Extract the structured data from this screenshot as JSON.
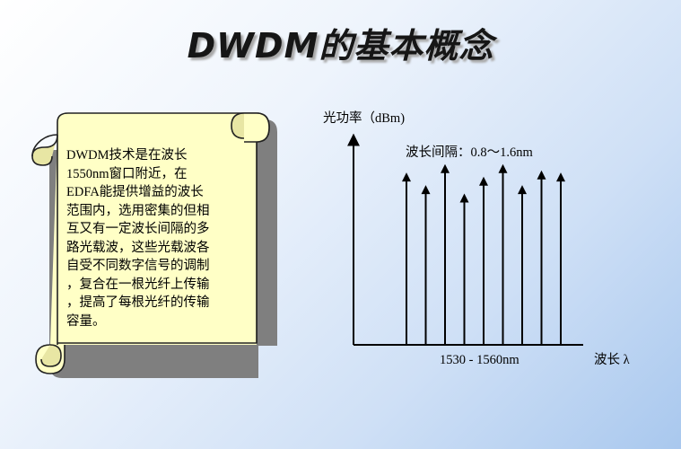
{
  "title": "DWDM的基本概念",
  "scroll": {
    "lines": [
      "DWDM技术是在波长",
      "1550nm窗口附近，在",
      "EDFA能提供增益的波长",
      "范围内，选用密集的但相",
      "互又有一定波长间隔的多",
      "路光载波，这些光载波各",
      "自受不同数字信号的调制",
      "，复合在一根光纤上传输",
      "，提高了每根光纤的传输",
      "容量。"
    ]
  },
  "chart_data": {
    "type": "bar",
    "ylabel": "光功率（dBm)",
    "xlabel": "波长 λ",
    "spacing_label": "波长间隔：0.8～1.6nm",
    "range_label": "1530 - 1560nm",
    "x": [
      1,
      2,
      3,
      4,
      5,
      6,
      7,
      8,
      9
    ],
    "values": [
      0.82,
      0.76,
      0.86,
      0.72,
      0.8,
      0.86,
      0.76,
      0.83,
      0.82
    ],
    "ylim": [
      0,
      1
    ],
    "grid": false
  }
}
